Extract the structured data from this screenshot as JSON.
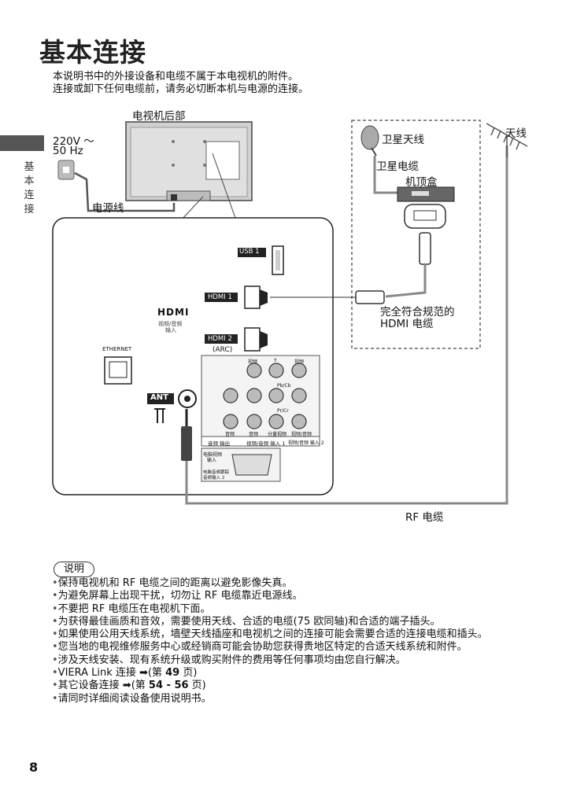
{
  "page": {
    "title": "基本连接",
    "intro": [
      "本说明书中的外接设备和电缆不属于本电视机的附件。",
      "连接或卸下任何电缆前，请务必切断本机与电源的连接。"
    ],
    "side_label": "基本连接",
    "page_number": "8"
  },
  "diagram": {
    "tv_rear_label": "电视机后部",
    "power_spec_line1": "220V ～",
    "power_spec_line2": "50 Hz",
    "power_cable_label": "电源线",
    "satellite_antenna_label": "卫星天线",
    "antenna_label": "天线",
    "satellite_cable_label": "卫星电缆",
    "set_top_box_label": "机顶盒",
    "hdmi_cable_line1": "完全符合规范的",
    "hdmi_cable_line2": "HDMI 电缆",
    "rf_cable_label": "RF 电缆",
    "panel": {
      "usb_label": "USB 1",
      "hdmi_logo": "HDMI",
      "hdmi_sub_line1": "视频/音频",
      "hdmi_sub_line2": "输入",
      "hdmi1_label": "HDMI 1",
      "hdmi2_label": "HDMI 2",
      "hdmi2_sub": "(ARC)",
      "ethernet_label": "ETHERNET",
      "ant_label": "ANT",
      "av_top_labels": [
        "视频",
        "Y",
        "视频"
      ],
      "pb_label": "Pb/Cb",
      "pr_label": "Pr/Cr",
      "av_bottom_labels": [
        "音频",
        "音频",
        "分量视频",
        "视频/音频"
      ],
      "av_group_labels": [
        "音频 输出",
        "视频/音频 输入 1",
        "视频/音频 输入 2"
      ],
      "pc_label_line1": "电脑视频",
      "pc_label_line2": "输入",
      "pc_audio_line1": "电脑音频跟踪",
      "pc_audio_line2": "音频输入 2"
    }
  },
  "notes": {
    "heading": "说明",
    "items": [
      "保持电视机和 RF 电缆之间的距离以避免影像失真。",
      "为避免屏幕上出现干扰，切勿让 RF 电缆靠近电源线。",
      "不要把 RF 电缆压在电视机下面。",
      "为获得最佳画质和音效，需要使用天线、合适的电缆(75 欧同轴)和合适的端子插头。",
      "如果使用公用天线系统，墙壁天线插座和电视机之间的连接可能会需要合适的连接电缆和插头。",
      "您当地的电视维修服务中心或经销商可能会协助您获得贵地区特定的合适天线系统和附件。",
      "涉及天线安装、现有系统升级或购买附件的费用等任何事项均由您自行解决。"
    ],
    "ref_viera_prefix": "VIERA Link 连接 ➡(第 ",
    "ref_viera_page": "49",
    "ref_viera_suffix": " 页)",
    "ref_other_prefix": "其它设备连接 ➡(第 ",
    "ref_other_page": "54 - 56",
    "ref_other_suffix": " 页)",
    "final_item": "请同时详细阅读设备使用说明书。"
  },
  "colors": {
    "panel_dark": "#1a1a1a",
    "line_gray": "#888888",
    "tab_gray": "#555555"
  }
}
